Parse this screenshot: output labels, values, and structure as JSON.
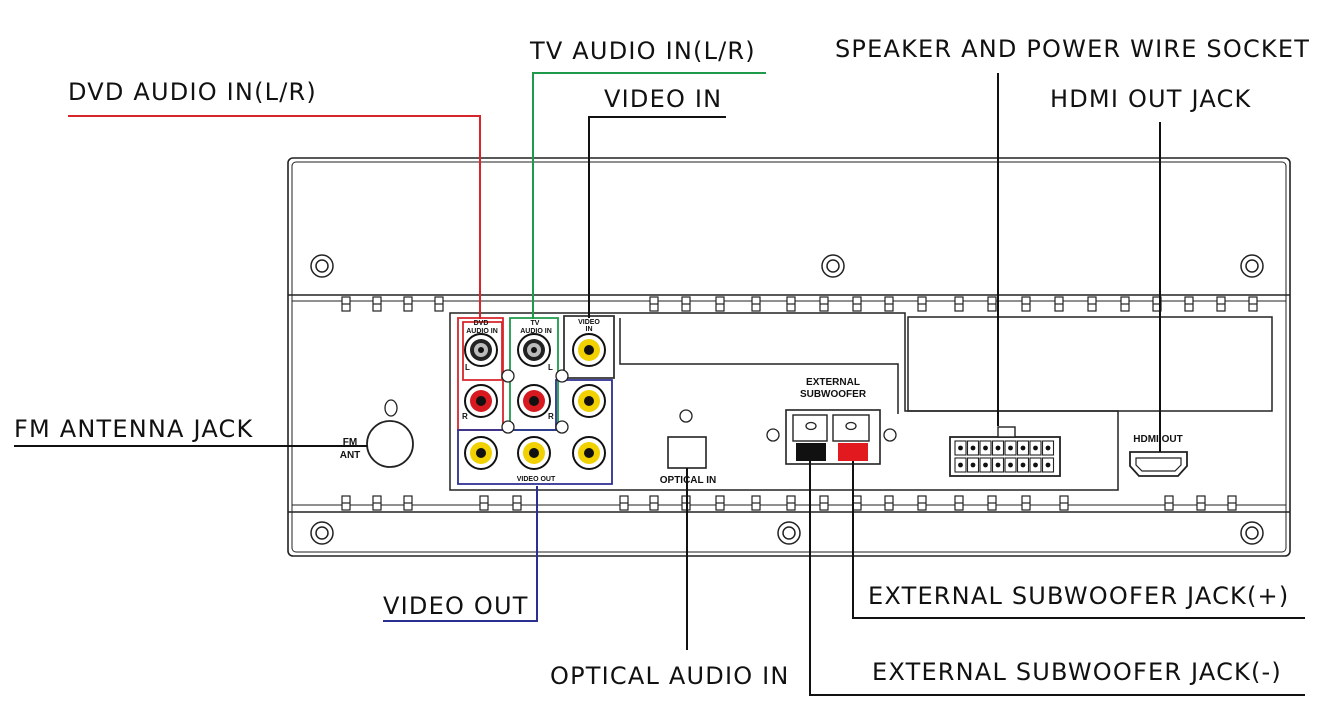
{
  "callouts": {
    "dvd_audio_in": "DVD AUDIO IN(L/R)",
    "tv_audio_in": "TV AUDIO IN(L/R)",
    "video_in": "VIDEO IN",
    "speaker_power": "SPEAKER AND POWER WIRE SOCKET",
    "hdmi_out": "HDMI OUT JACK",
    "fm_antenna": "FM ANTENNA JACK",
    "video_out": "VIDEO OUT",
    "optical_audio_in": "OPTICAL AUDIO IN",
    "ext_sub_plus": "EXTERNAL SUBWOOFER JACK(+)",
    "ext_sub_minus": "EXTERNAL SUBWOOFER JACK(-)"
  },
  "panel": {
    "dvd_line1": "DVD",
    "dvd_line2": "AUDIO IN",
    "tv_line1": "TV",
    "tv_line2": "AUDIO IN",
    "video_in_line1": "VIDEO",
    "video_in_line2": "IN",
    "left_mark": "L",
    "right_mark": "R",
    "video_out": "VIDEO OUT",
    "fm_line1": "FM",
    "fm_line2": "ANT",
    "optical_in": "OPTICAL IN",
    "ext_line1": "EXTERNAL",
    "ext_line2": "SUBWOOFER",
    "hdmi_label": "HDMI OUT"
  },
  "colors": {
    "dvd_line": "#d7262b",
    "tv_line": "#1f9a4a",
    "video_out_line": "#2b2f8f",
    "black_line": "#111111",
    "rca_red": "#d71920",
    "rca_yellow": "#f2d100",
    "rca_white": "#e6e6e6",
    "terminal_red": "#e2191f",
    "terminal_black": "#111111"
  }
}
